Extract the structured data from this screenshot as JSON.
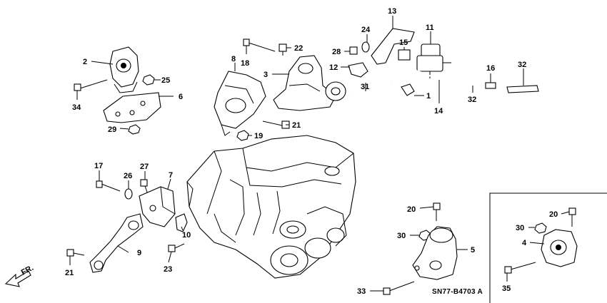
{
  "part_code": "SN77-B4703 A",
  "direction": {
    "label": "FR."
  },
  "callouts": [
    {
      "id": "c2",
      "text": "2"
    },
    {
      "id": "c34",
      "text": "34"
    },
    {
      "id": "c25",
      "text": "25"
    },
    {
      "id": "c6",
      "text": "6"
    },
    {
      "id": "c29",
      "text": "29"
    },
    {
      "id": "c8",
      "text": "8"
    },
    {
      "id": "c18",
      "text": "18"
    },
    {
      "id": "c22",
      "text": "22"
    },
    {
      "id": "c3",
      "text": "3"
    },
    {
      "id": "c12",
      "text": "12"
    },
    {
      "id": "c28",
      "text": "28"
    },
    {
      "id": "c24",
      "text": "24"
    },
    {
      "id": "c13",
      "text": "13"
    },
    {
      "id": "c15",
      "text": "15"
    },
    {
      "id": "c11",
      "text": "11"
    },
    {
      "id": "c31",
      "text": "31"
    },
    {
      "id": "c1",
      "text": "1"
    },
    {
      "id": "c14",
      "text": "14"
    },
    {
      "id": "c16",
      "text": "16"
    },
    {
      "id": "c32a",
      "text": "32"
    },
    {
      "id": "c32b",
      "text": "32"
    },
    {
      "id": "c21a",
      "text": "21"
    },
    {
      "id": "c19",
      "text": "19"
    },
    {
      "id": "c17",
      "text": "17"
    },
    {
      "id": "c26",
      "text": "26"
    },
    {
      "id": "c27",
      "text": "27"
    },
    {
      "id": "c7",
      "text": "7"
    },
    {
      "id": "c10",
      "text": "10"
    },
    {
      "id": "c9",
      "text": "9"
    },
    {
      "id": "c21b",
      "text": "21"
    },
    {
      "id": "c23",
      "text": "23"
    },
    {
      "id": "c20a",
      "text": "20"
    },
    {
      "id": "c30a",
      "text": "30"
    },
    {
      "id": "c5",
      "text": "5"
    },
    {
      "id": "c33",
      "text": "33"
    },
    {
      "id": "c20b",
      "text": "20"
    },
    {
      "id": "c30b",
      "text": "30"
    },
    {
      "id": "c4",
      "text": "4"
    },
    {
      "id": "c35",
      "text": "35"
    }
  ]
}
